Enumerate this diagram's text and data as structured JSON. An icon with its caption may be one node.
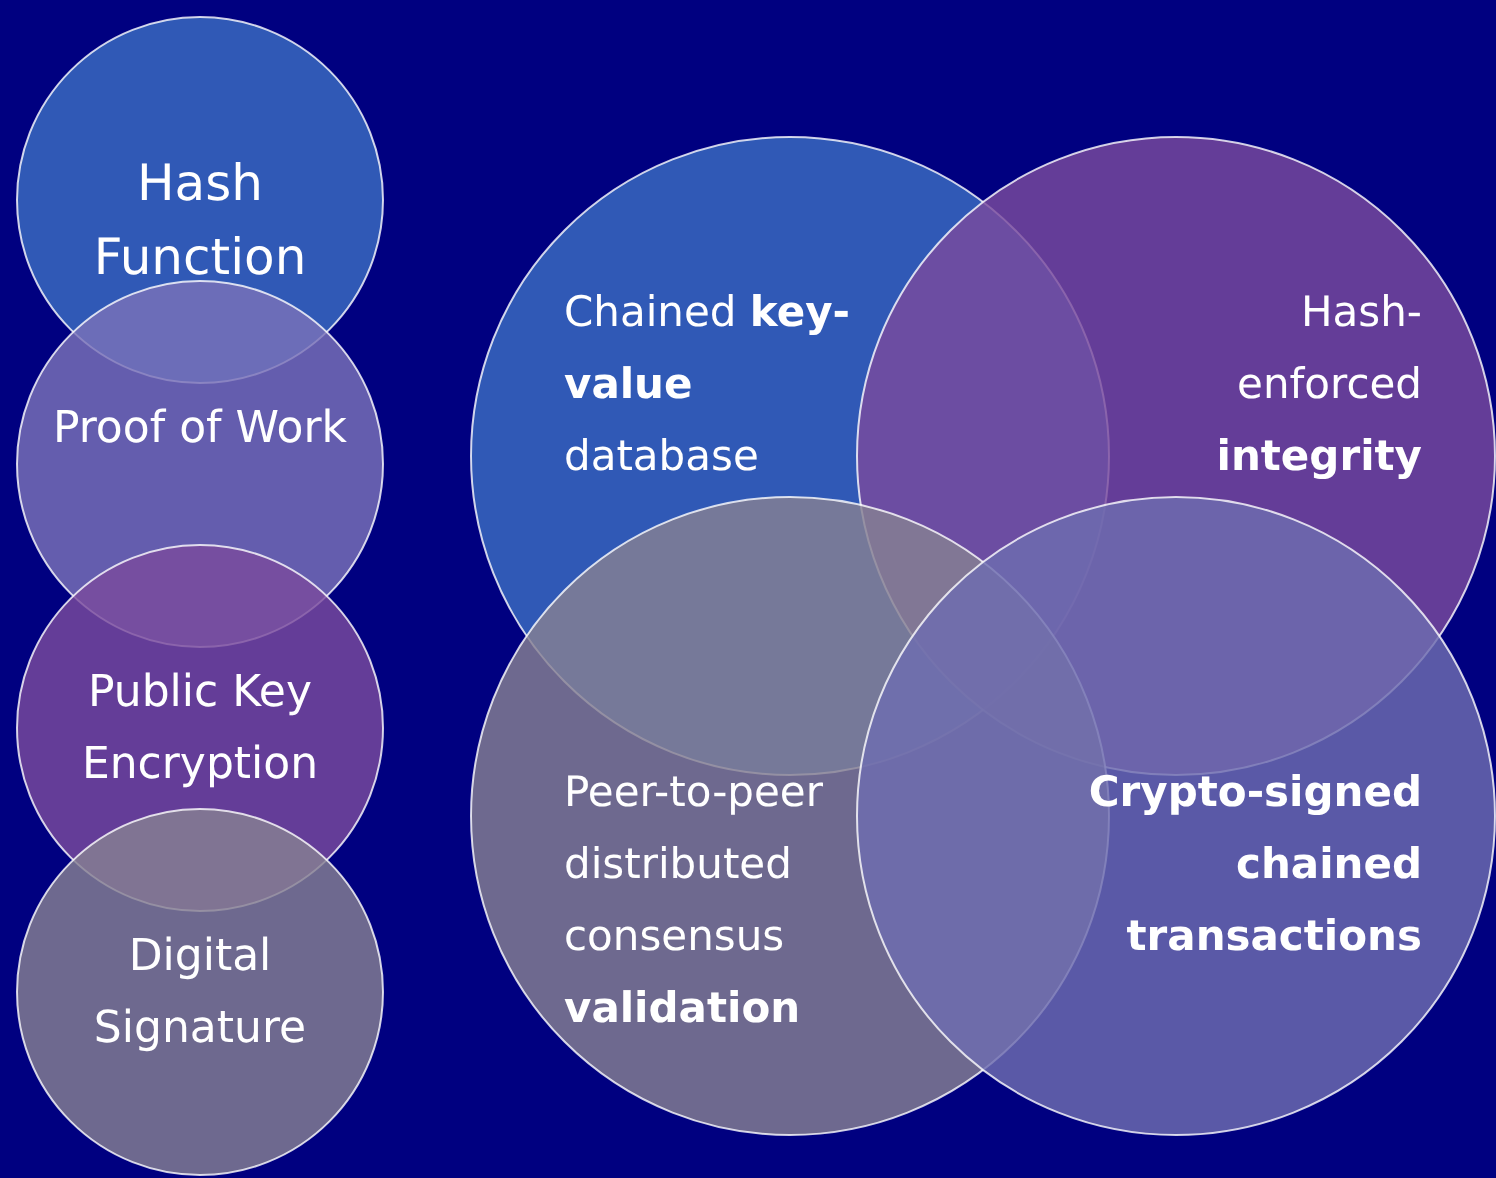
{
  "diagram": {
    "nodes": [
      {
        "text": [
          "Hash Function"
        ]
      },
      {
        "text": [
          "Proof of Work"
        ]
      },
      {
        "text": [
          "Public Key Encryption"
        ]
      },
      {
        "text": [
          "Digital Signature"
        ]
      },
      {
        "text": [
          "Chained **key-value** database"
        ]
      },
      {
        "text": [
          "Hash-enforced **integrity**"
        ]
      },
      {
        "text": [
          "Peer-to-peer distributed consensus **validation**"
        ]
      },
      {
        "text": [
          "Crypto-signed chained transactions"
        ]
      }
    ]
  }
}
